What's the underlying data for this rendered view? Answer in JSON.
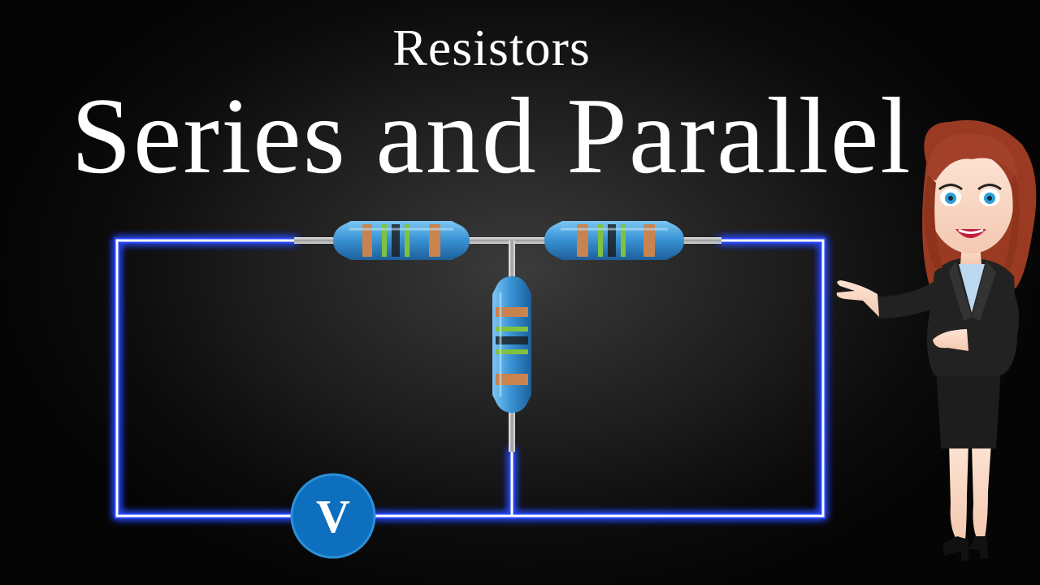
{
  "title": {
    "line1": "Resistors",
    "line2": "Series and Parallel"
  },
  "meter": {
    "label": "V"
  },
  "colors": {
    "background": "#0b0b0b",
    "wire_glow": "#1f3cff",
    "wire_core": "#ffffff",
    "resistor_body": "#3b95d6",
    "band_orange": "#c8834f",
    "band_green": "#7fc241",
    "band_black": "#1a1a1a",
    "meter_fill": "#0f72c0"
  }
}
